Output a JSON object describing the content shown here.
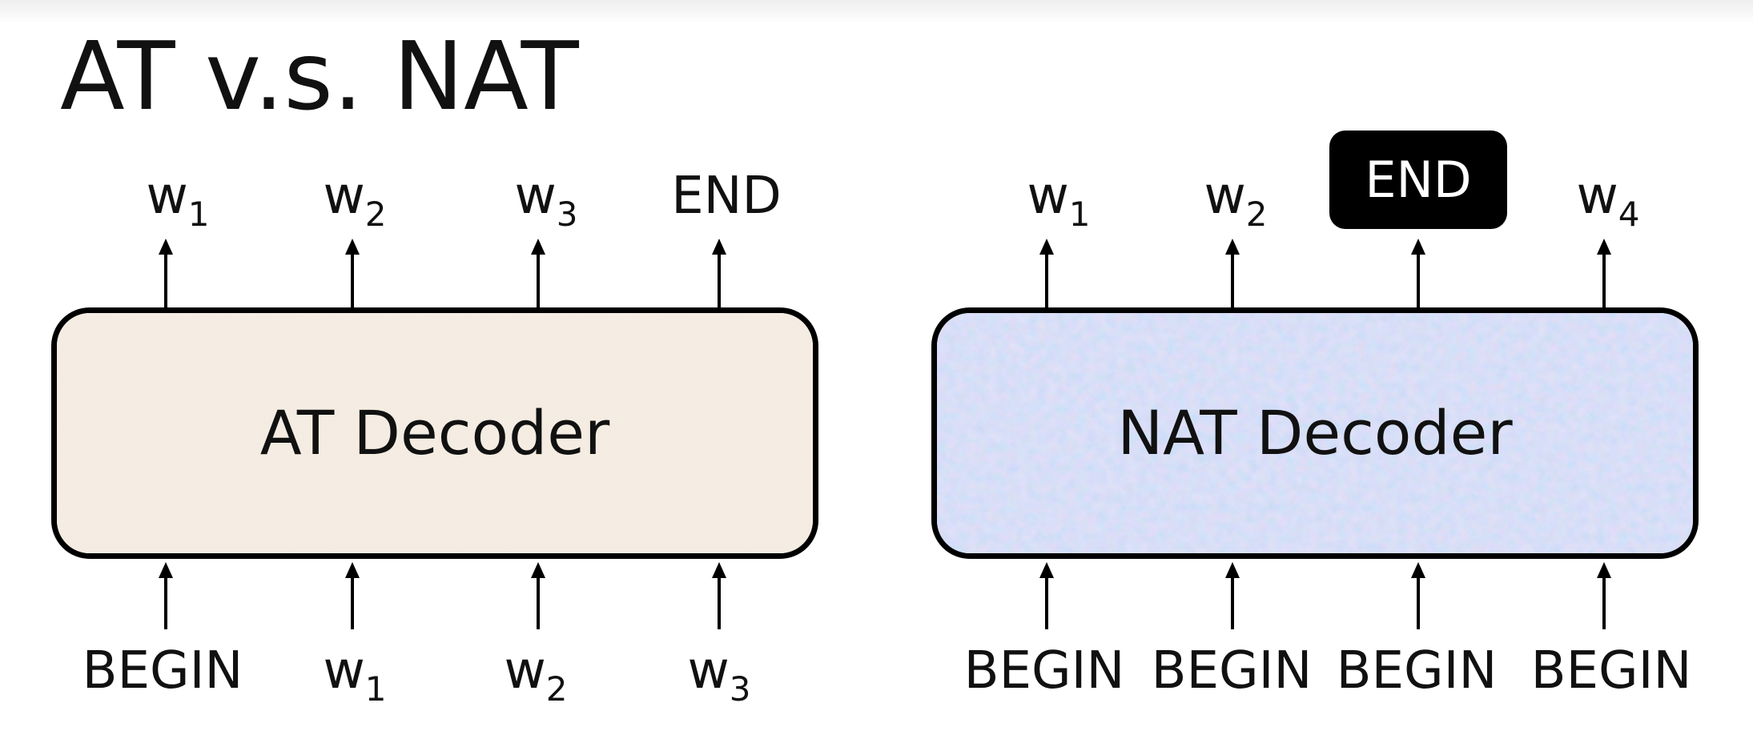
{
  "title": "AT v.s. NAT",
  "at": {
    "decoder_label": "AT Decoder",
    "outputs": [
      {
        "base": "w",
        "sub": "1"
      },
      {
        "base": "w",
        "sub": "2"
      },
      {
        "base": "w",
        "sub": "3"
      },
      {
        "base": "END",
        "sub": ""
      }
    ],
    "inputs": [
      {
        "base": "BEGIN",
        "sub": ""
      },
      {
        "base": "w",
        "sub": "1"
      },
      {
        "base": "w",
        "sub": "2"
      },
      {
        "base": "w",
        "sub": "3"
      }
    ]
  },
  "nat": {
    "decoder_label": "NAT Decoder",
    "outputs": [
      {
        "base": "w",
        "sub": "1"
      },
      {
        "base": "w",
        "sub": "2"
      },
      {
        "base": "END",
        "sub": "",
        "highlight": true
      },
      {
        "base": "w",
        "sub": "4"
      }
    ],
    "inputs": [
      {
        "base": "BEGIN",
        "sub": ""
      },
      {
        "base": "BEGIN",
        "sub": ""
      },
      {
        "base": "BEGIN",
        "sub": ""
      },
      {
        "base": "BEGIN",
        "sub": ""
      }
    ]
  },
  "colors": {
    "at_fill": "#f4ebe0",
    "nat_fill": "#b8d4f0",
    "border": "#000000",
    "badge": "#000000"
  }
}
